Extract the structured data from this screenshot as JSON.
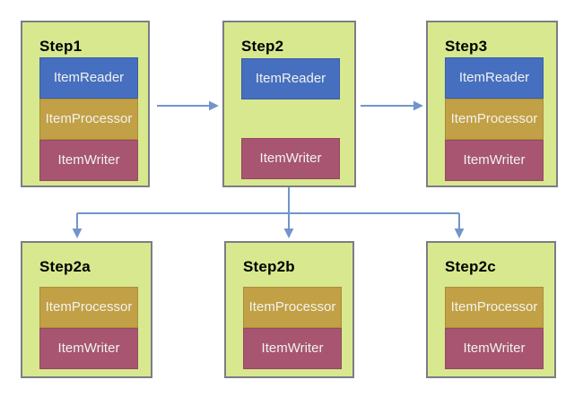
{
  "diagram": {
    "kind": "batch-step-flow",
    "steps": [
      {
        "title": "Step1",
        "components": [
          {
            "type": "reader",
            "label": "ItemReader"
          },
          {
            "type": "processor",
            "label": "ItemProcessor"
          },
          {
            "type": "writer",
            "label": "ItemWriter"
          }
        ]
      },
      {
        "title": "Step2",
        "components": [
          {
            "type": "reader",
            "label": "ItemReader"
          },
          {
            "type": "writer",
            "label": "ItemWriter"
          }
        ]
      },
      {
        "title": "Step3",
        "components": [
          {
            "type": "reader",
            "label": "ItemReader"
          },
          {
            "type": "processor",
            "label": "ItemProcessor"
          },
          {
            "type": "writer",
            "label": "ItemWriter"
          }
        ]
      },
      {
        "title": "Step2a",
        "components": [
          {
            "type": "processor",
            "label": "ItemProcessor"
          },
          {
            "type": "writer",
            "label": "ItemWriter"
          }
        ]
      },
      {
        "title": "Step2b",
        "components": [
          {
            "type": "processor",
            "label": "ItemProcessor"
          },
          {
            "type": "writer",
            "label": "ItemWriter"
          }
        ]
      },
      {
        "title": "Step2c",
        "components": [
          {
            "type": "processor",
            "label": "ItemProcessor"
          },
          {
            "type": "writer",
            "label": "ItemWriter"
          }
        ]
      }
    ],
    "connections": [
      {
        "from": "Step1",
        "to": "Step2"
      },
      {
        "from": "Step2",
        "to": "Step3"
      },
      {
        "from": "Step2",
        "to": "Step2a"
      },
      {
        "from": "Step2",
        "to": "Step2b"
      },
      {
        "from": "Step2",
        "to": "Step2c"
      }
    ],
    "colors": {
      "canvas_bg": "#ffffff",
      "step_fill": "#d8e88e",
      "step_border": "#7b7d86",
      "reader_fill": "#466fc0",
      "reader_border": "#3a5ea8",
      "processor_fill": "#c2a045",
      "processor_border": "#ab8c38",
      "writer_fill": "#a75570",
      "writer_border": "#924a61",
      "arrow": "#7195ca",
      "title_text": "#000000",
      "component_text": "#f2f3ee"
    }
  }
}
